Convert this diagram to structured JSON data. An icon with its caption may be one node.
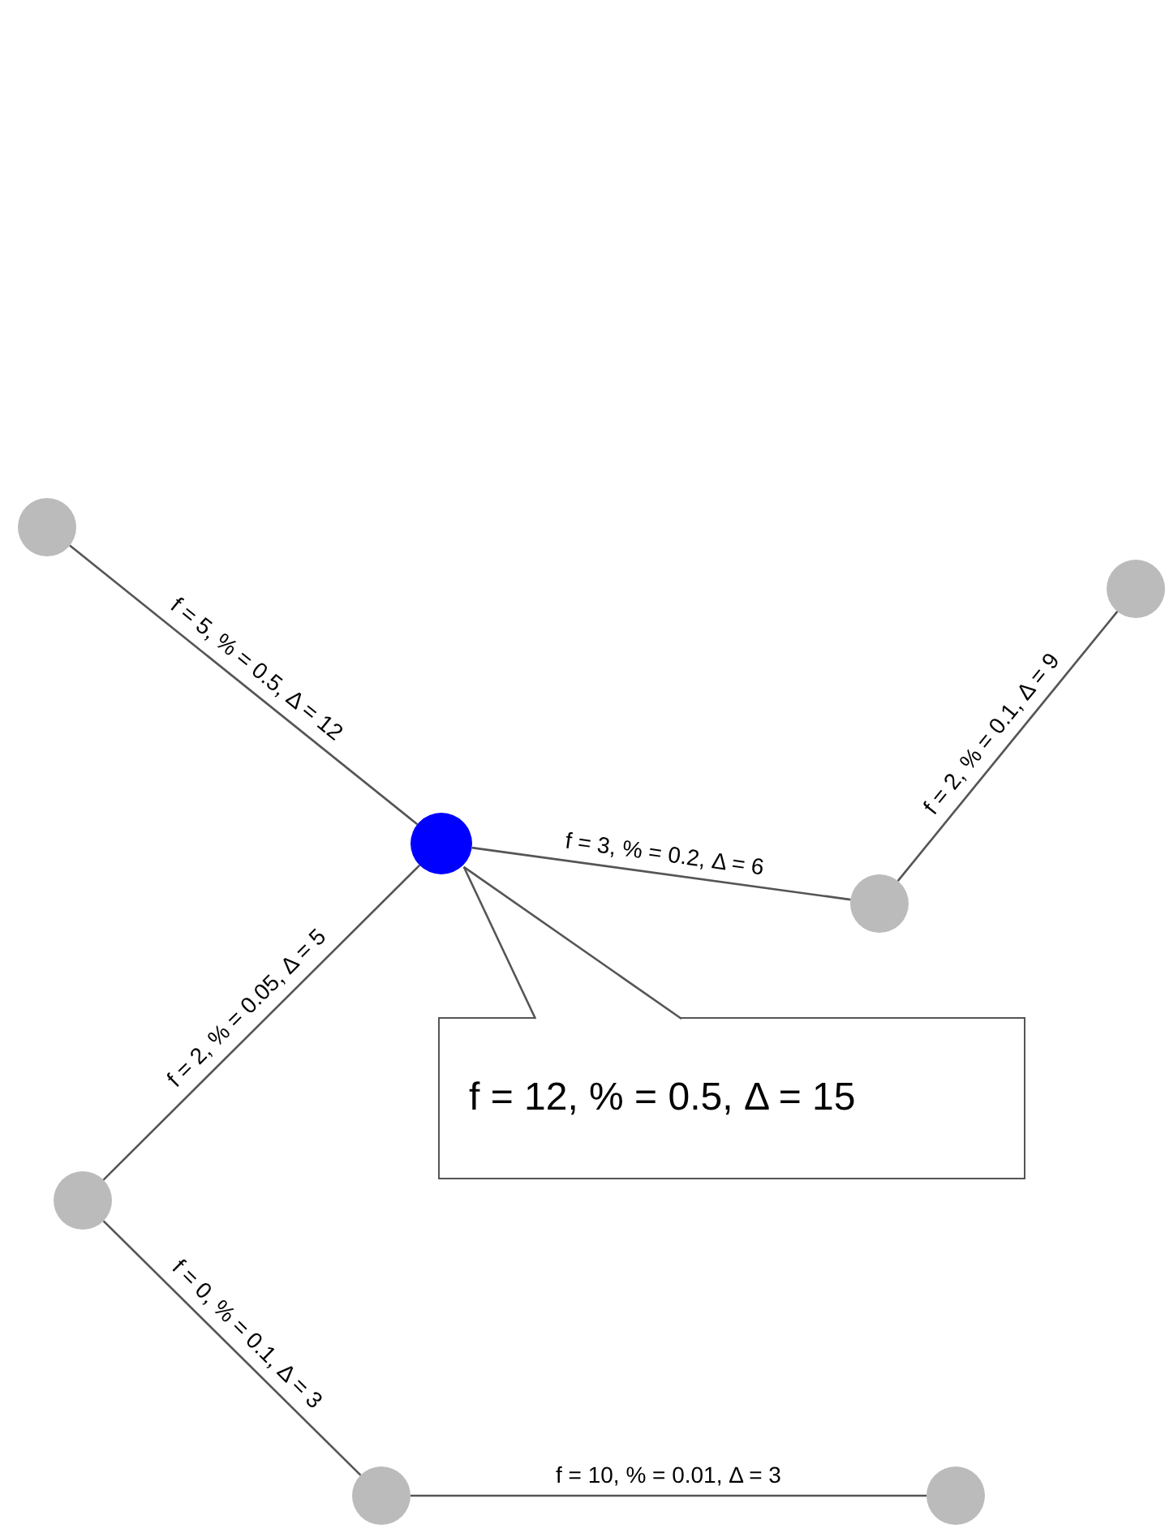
{
  "diagram": {
    "nodes": [
      {
        "text": [],
        "shape": "circle"
      },
      {
        "text": [],
        "shape": "circle"
      },
      {
        "text": [],
        "shape": "circle"
      },
      {
        "text": [],
        "shape": "circle"
      },
      {
        "text": [],
        "shape": "circle"
      },
      {
        "text": [],
        "shape": "circle"
      },
      {
        "text": [],
        "shape": "circle"
      },
      {
        "text": [
          "f = 12, % = 0.5, Δ = 15"
        ]
      }
    ],
    "edges": [
      {
        "from": 0,
        "to": 1,
        "arrow": "none",
        "label": "f = 5, % = 0.5, Δ = 12"
      },
      {
        "from": 1,
        "to": 3,
        "arrow": "none",
        "label": "f = 3, % = 0.2, Δ = 6"
      },
      {
        "from": 3,
        "to": 2,
        "arrow": "none",
        "label": "f = 2, % = 0.1, Δ = 9"
      },
      {
        "from": 1,
        "to": 4,
        "arrow": "none",
        "label": "f = 2, % = 0.05, Δ = 5"
      },
      {
        "from": 4,
        "to": 5,
        "arrow": "none",
        "label": "f = 0, % = 0.1, Δ = 3"
      },
      {
        "from": 5,
        "to": 6,
        "arrow": "none",
        "label": "f = 10, % = 0.01, Δ = 3"
      },
      {
        "from": 7,
        "to": 1,
        "arrow": "none"
      }
    ]
  }
}
